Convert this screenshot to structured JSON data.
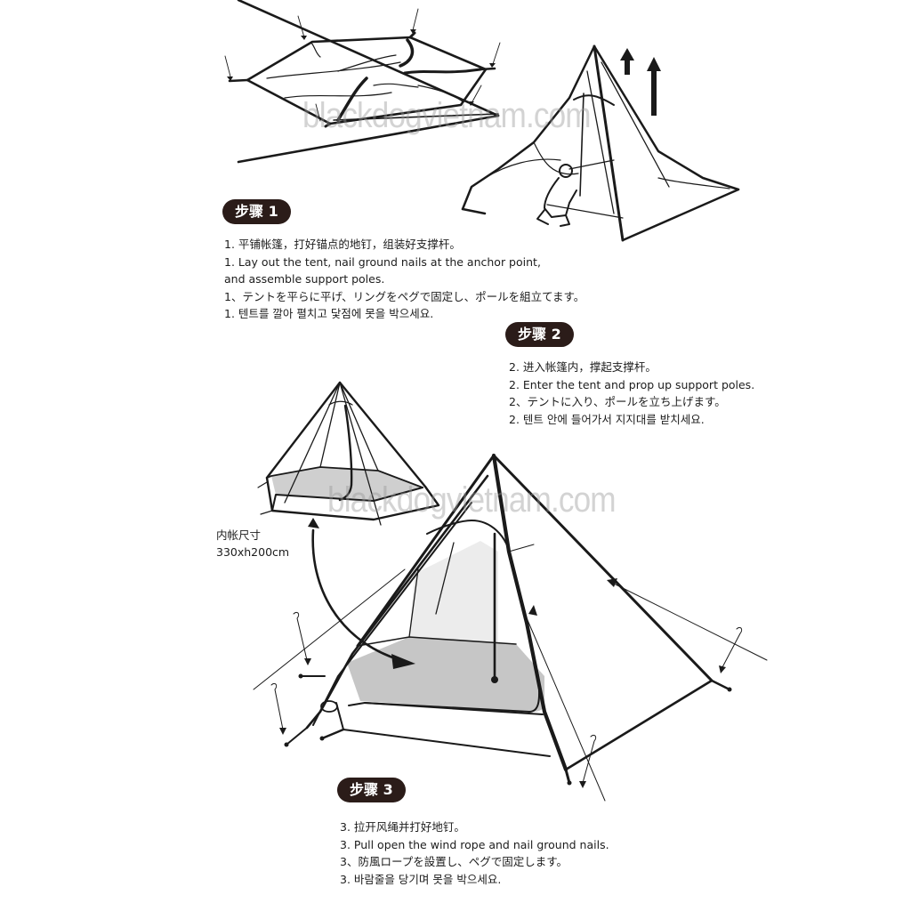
{
  "watermark": "blackdogvietnam.com",
  "steps": [
    {
      "badge": "步骤 1",
      "lines": [
        "1. 平铺帐篷，打好锚点的地钉，组装好支撑杆。",
        "1. Lay out the tent, nail ground nails at the anchor point,",
        "and assemble support poles.",
        "1、テントを平らに平げ、リングをペグで固定し、ポールを組立てます。",
        "1. 텐트를 깔아 펼치고 닻점에 못을 박으세요."
      ]
    },
    {
      "badge": "步骤 2",
      "lines": [
        "2. 进入帐篷内，撑起支撑杆。",
        "2. Enter the tent and prop up support poles.",
        "2、テントに入り、ポールを立ち上げます。",
        "2. 텐트 안에 들어가서 지지대를 받치세요."
      ]
    },
    {
      "badge": "步骤 3",
      "lines": [
        "3. 拉开风绳并打好地钉。",
        "3. Pull open the wind rope and nail ground nails.",
        "3、防風ロープを設置し、ペグで固定します。",
        "3. 바람줄을 당기며 못을 박으세요."
      ]
    }
  ],
  "inner_tent": {
    "label": "内帐尺寸",
    "size": "330xh200cm"
  },
  "colors": {
    "badge_bg": "#2b1c19",
    "badge_text": "#ffffff",
    "floor_gray": "#c9c9c9",
    "line": "#1a1a1a"
  }
}
